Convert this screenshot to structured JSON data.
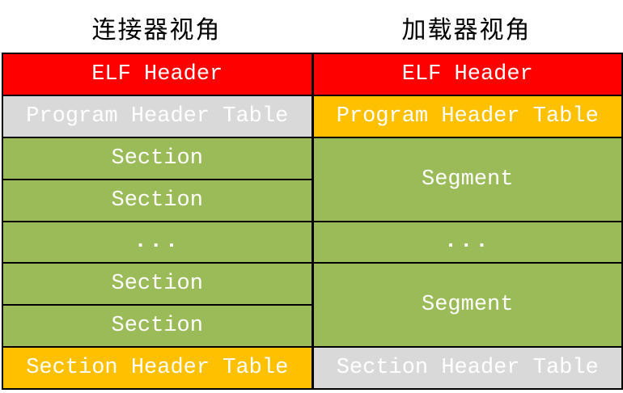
{
  "diagram": {
    "title_left": "连接器视角",
    "title_right": "加载器视角",
    "linker": {
      "rows": [
        {
          "label": "ELF Header",
          "color": "#FF0000"
        },
        {
          "label": "Program Header Table",
          "color": "#D9D9D9"
        },
        {
          "label": "Section",
          "color": "#9BBB59"
        },
        {
          "label": "Section",
          "color": "#9BBB59"
        },
        {
          "label": "...",
          "color": "#9BBB59"
        },
        {
          "label": "Section",
          "color": "#9BBB59"
        },
        {
          "label": "Section",
          "color": "#9BBB59"
        },
        {
          "label": "Section Header Table",
          "color": "#FFC000"
        }
      ]
    },
    "loader": {
      "rows": [
        {
          "label": "ELF Header",
          "color": "#FF0000",
          "span": 1
        },
        {
          "label": "Program Header Table",
          "color": "#FFC000",
          "span": 1
        },
        {
          "label": "Segment",
          "color": "#9BBB59",
          "span": 2
        },
        {
          "label": "...",
          "color": "#9BBB59",
          "span": 1
        },
        {
          "label": "Segment",
          "color": "#9BBB59",
          "span": 2
        },
        {
          "label": "Section Header Table",
          "color": "#D9D9D9",
          "span": 1
        }
      ]
    }
  },
  "colors": {
    "elf_header": "#FF0000",
    "linker_program_header_table": "#D9D9D9",
    "linker_section": "#9BBB59",
    "linker_section_header_table": "#FFC000",
    "loader_program_header_table": "#FFC000",
    "loader_segment": "#9BBB59",
    "loader_section_header_table": "#D9D9D9",
    "grid_border": "#000000",
    "cell_text": "#FFFFFF",
    "title_text": "#000000",
    "background": "#FFFFFF"
  }
}
